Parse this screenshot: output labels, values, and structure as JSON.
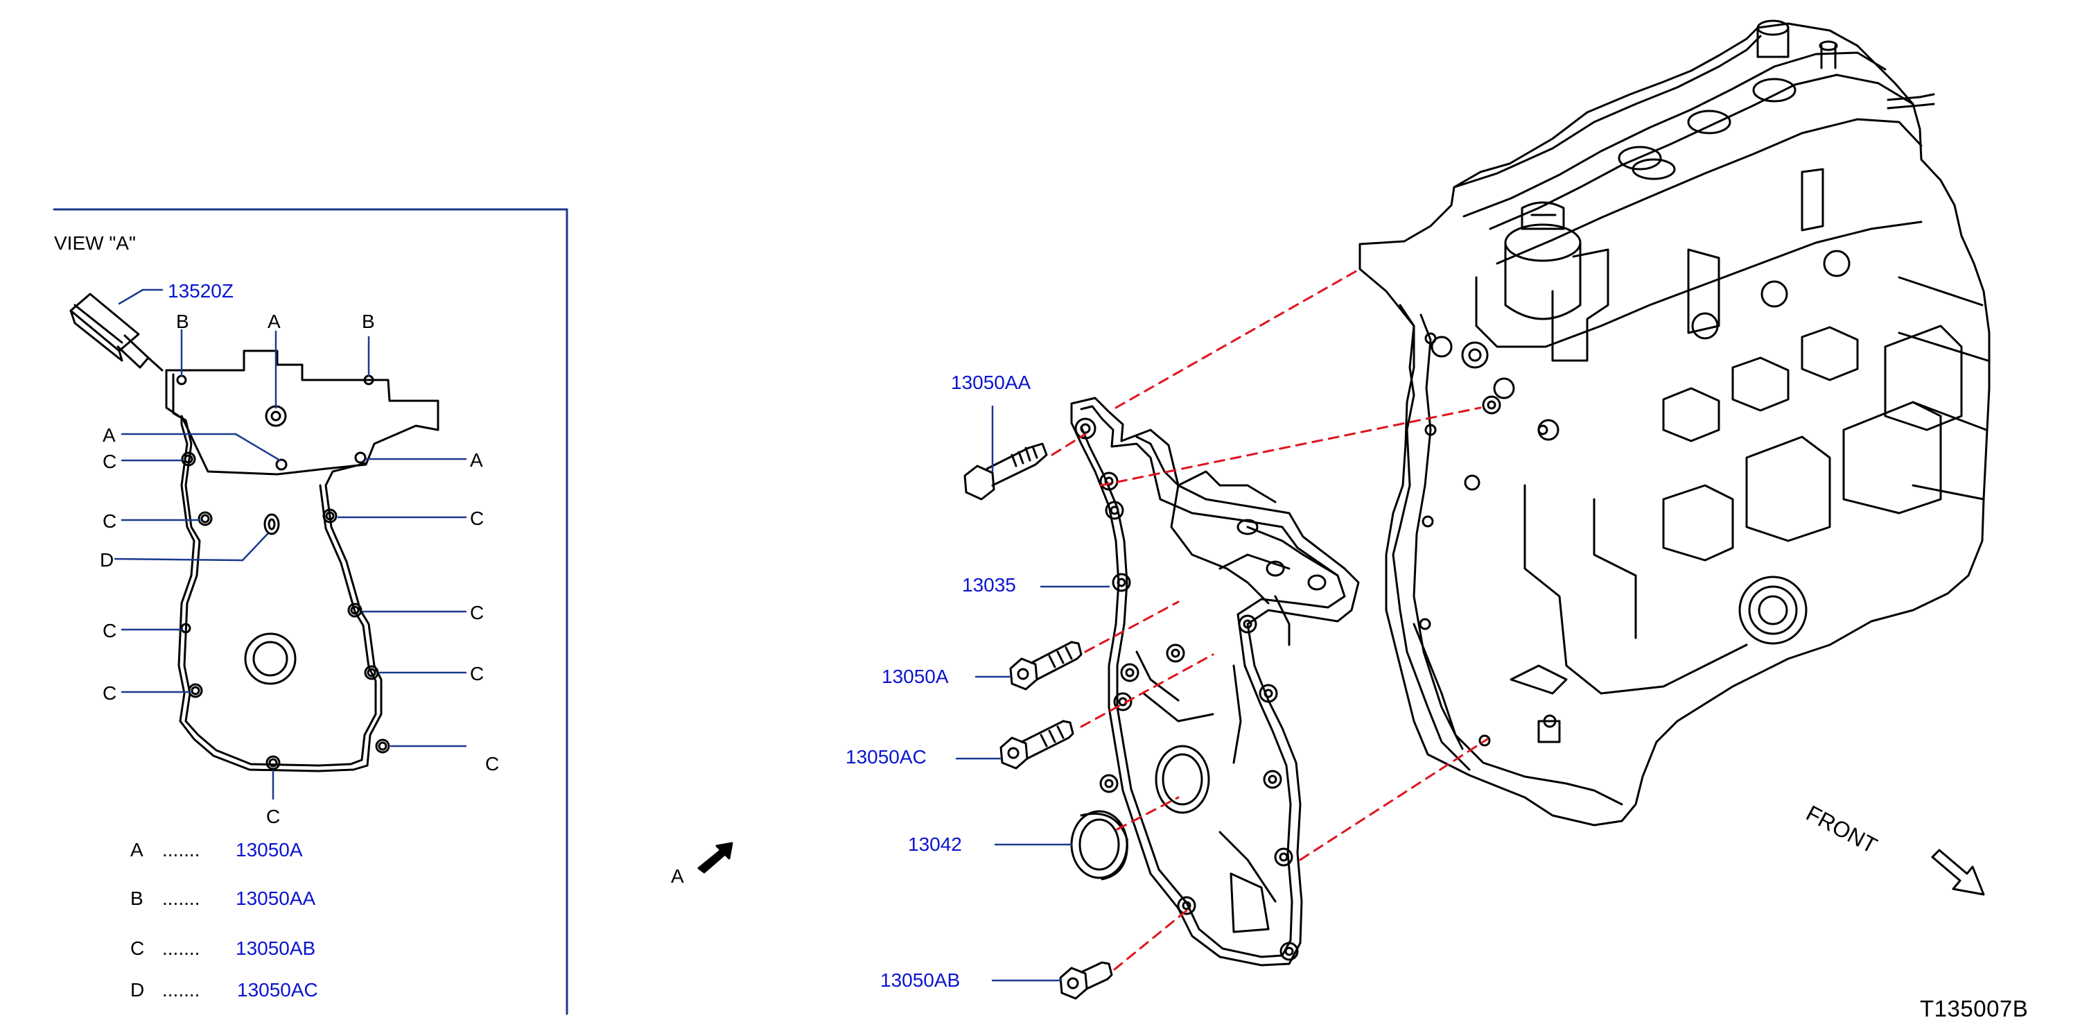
{
  "view": {
    "title": "VIEW  \"A\"",
    "sealant_part": "13520Z",
    "hole_letters": {
      "a": "A",
      "b": "B",
      "c": "C",
      "d": "D"
    },
    "legend": [
      {
        "letter": "A",
        "dots": ".......",
        "part": "13050A"
      },
      {
        "letter": "B",
        "dots": ".......",
        "part": "13050AA"
      },
      {
        "letter": "C",
        "dots": ".......",
        "part": "13050AB"
      },
      {
        "letter": "D",
        "dots": ".......",
        "part": "13050AC"
      }
    ]
  },
  "view_arrow_label": "A",
  "parts": {
    "bolt_aa": "13050AA",
    "cover": "13035",
    "bolt_a": "13050A",
    "bolt_ac": "13050AC",
    "seal": "13042",
    "bolt_ab": "13050AB"
  },
  "front_label": "FRONT",
  "diagram_code": "T135007B",
  "colors": {
    "part_link": "#0a14d0",
    "leader_line": "#1a3a8f",
    "assembly_line": "#e0141e",
    "outline": "#000000"
  }
}
